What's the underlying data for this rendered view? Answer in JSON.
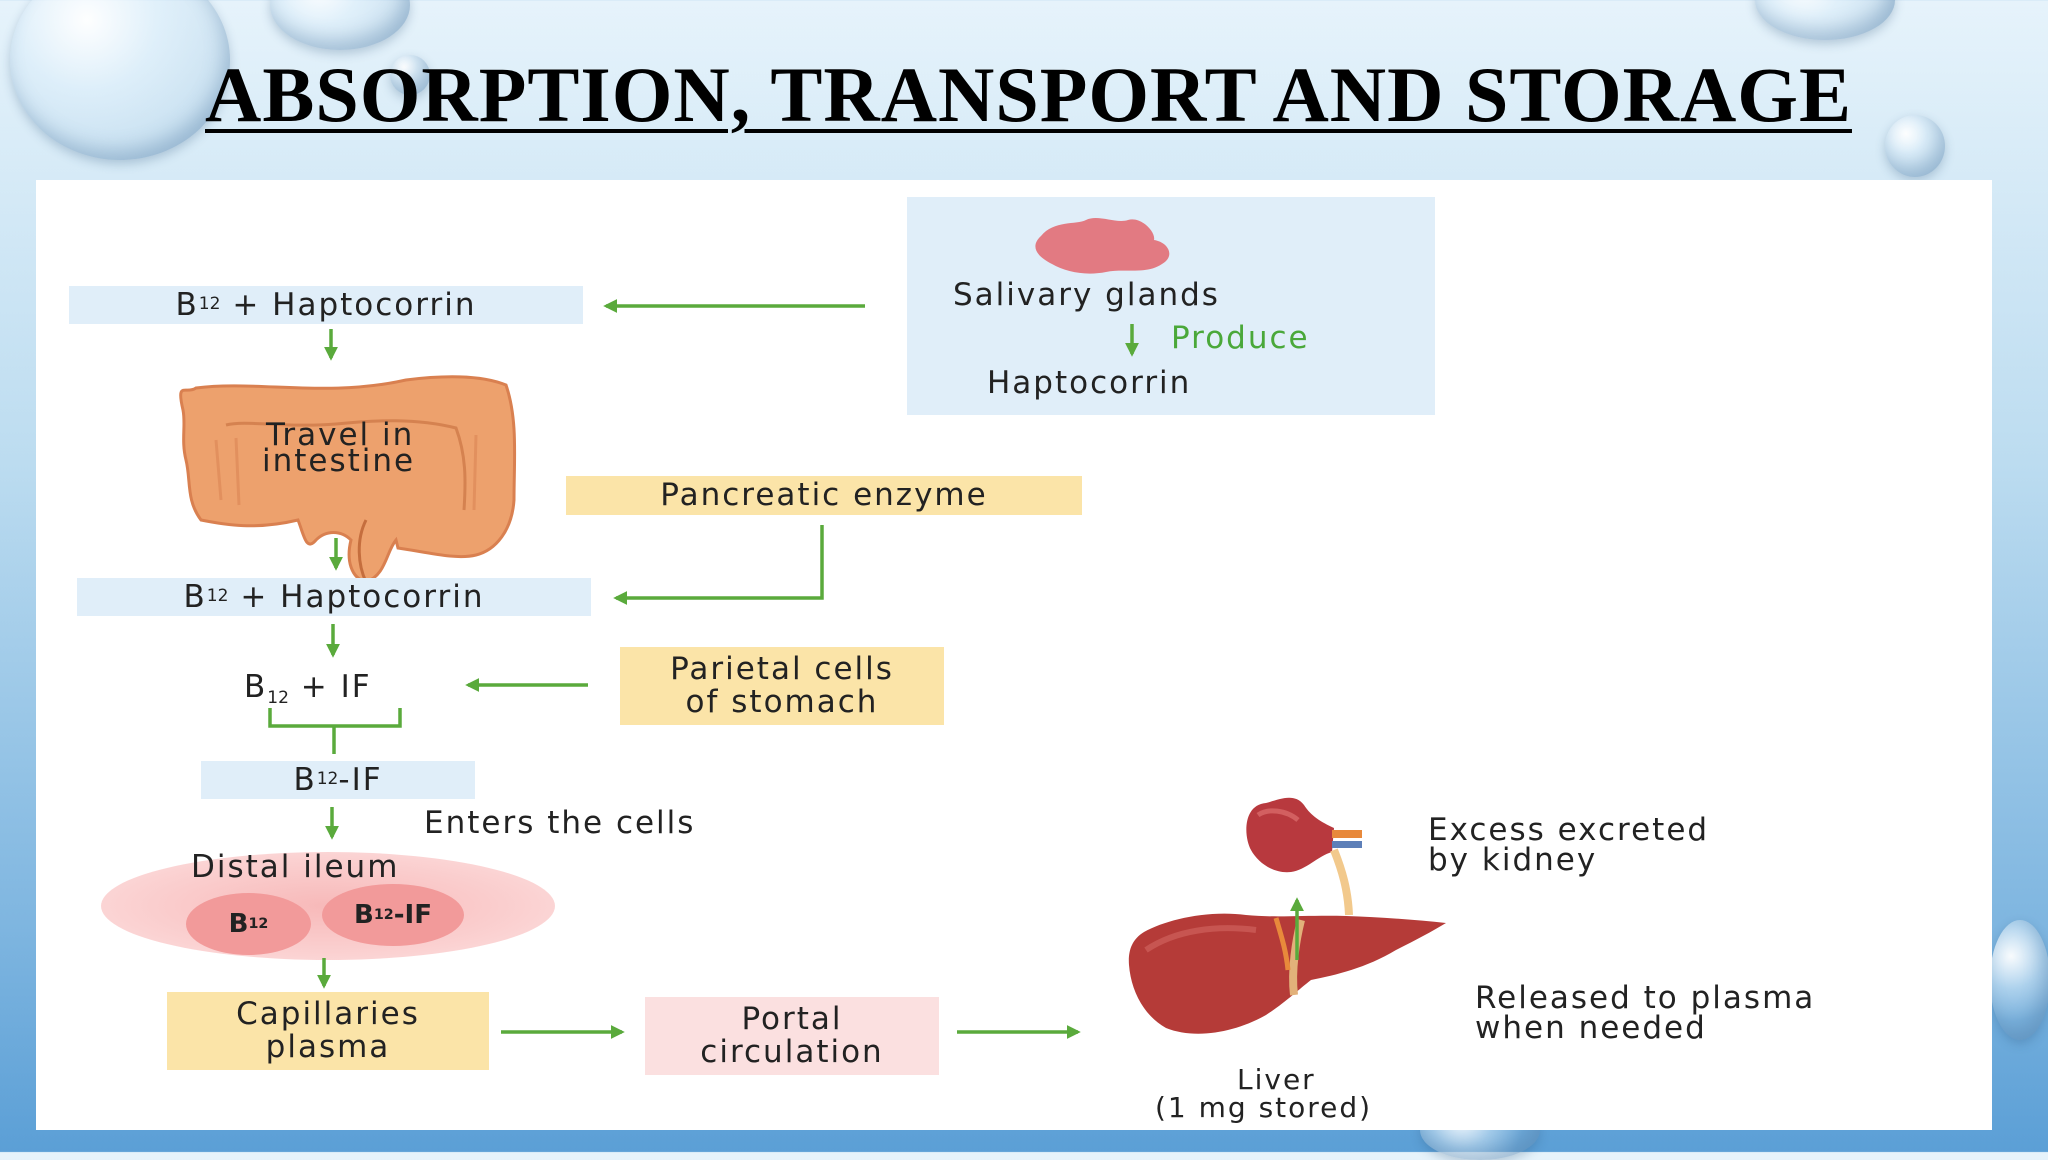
{
  "title": "ABSORPTION, TRANSPORT AND STORAGE",
  "colors": {
    "arrow": "#5aaa3c",
    "box_blue": "#e0eef9",
    "box_yellow": "#fbe4a8",
    "box_pink": "#fbe0e0",
    "produce_text": "#4aa83a"
  },
  "salivary": {
    "line1": "Salivary glands",
    "produce": "Produce",
    "line3": "Haptocorrin"
  },
  "top_complex": {
    "b": "B",
    "sub": "12",
    "rest": " + Haptocorrin"
  },
  "intestine": {
    "line1": "Travel in",
    "line2": "intestine"
  },
  "pancreatic": "Pancreatic enzyme",
  "second_complex": {
    "b": "B",
    "sub": "12",
    "rest": " + Haptocorrin"
  },
  "b12_if": {
    "b": "B",
    "sub": "12",
    "rest": " + IF"
  },
  "parietal": {
    "line1": "Parietal cells",
    "line2": "of stomach"
  },
  "b12_if_complex": {
    "b": "B",
    "sub": "12",
    "rest": "-IF"
  },
  "enters": "Enters the cells",
  "ileum": {
    "label": "Distal ileum",
    "left_cell": {
      "b": "B",
      "sub": "12"
    },
    "right_cell": {
      "b": "B",
      "sub": "12",
      "rest": "-IF"
    }
  },
  "capillaries": {
    "line1": "Capillaries",
    "line2": "plasma"
  },
  "portal": {
    "line1": "Portal",
    "line2": "circulation"
  },
  "liver": {
    "line1": "Liver",
    "line2": "(1 mg stored)"
  },
  "kidney_text": {
    "line1": "Excess excreted",
    "line2": "by kidney"
  },
  "released_text": {
    "line1": "Released to plasma",
    "line2": "when needed"
  },
  "icons": [
    "salivary-gland-icon",
    "intestine-icon",
    "kidney-icon",
    "liver-icon"
  ]
}
